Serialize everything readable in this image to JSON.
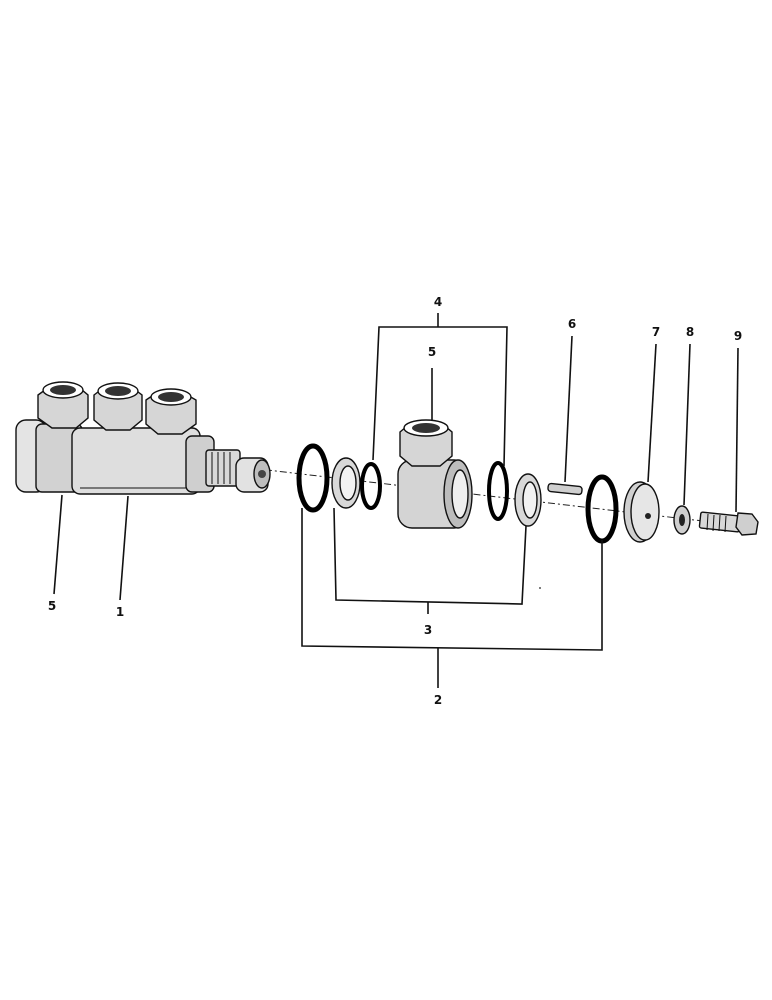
{
  "labels": {
    "body_left_cap": "5",
    "valve_body": "1",
    "kit_seals": "2",
    "kit_seats": "3",
    "kit_orings": "4",
    "fitting_top": "5",
    "pin": "6",
    "cap": "7",
    "lock_washer": "8",
    "bolt": "9"
  },
  "colors": {
    "ink": "#111111",
    "body_fill": "#dcdcdc",
    "body_shade": "#b8b8b8",
    "background": "#ffffff"
  }
}
